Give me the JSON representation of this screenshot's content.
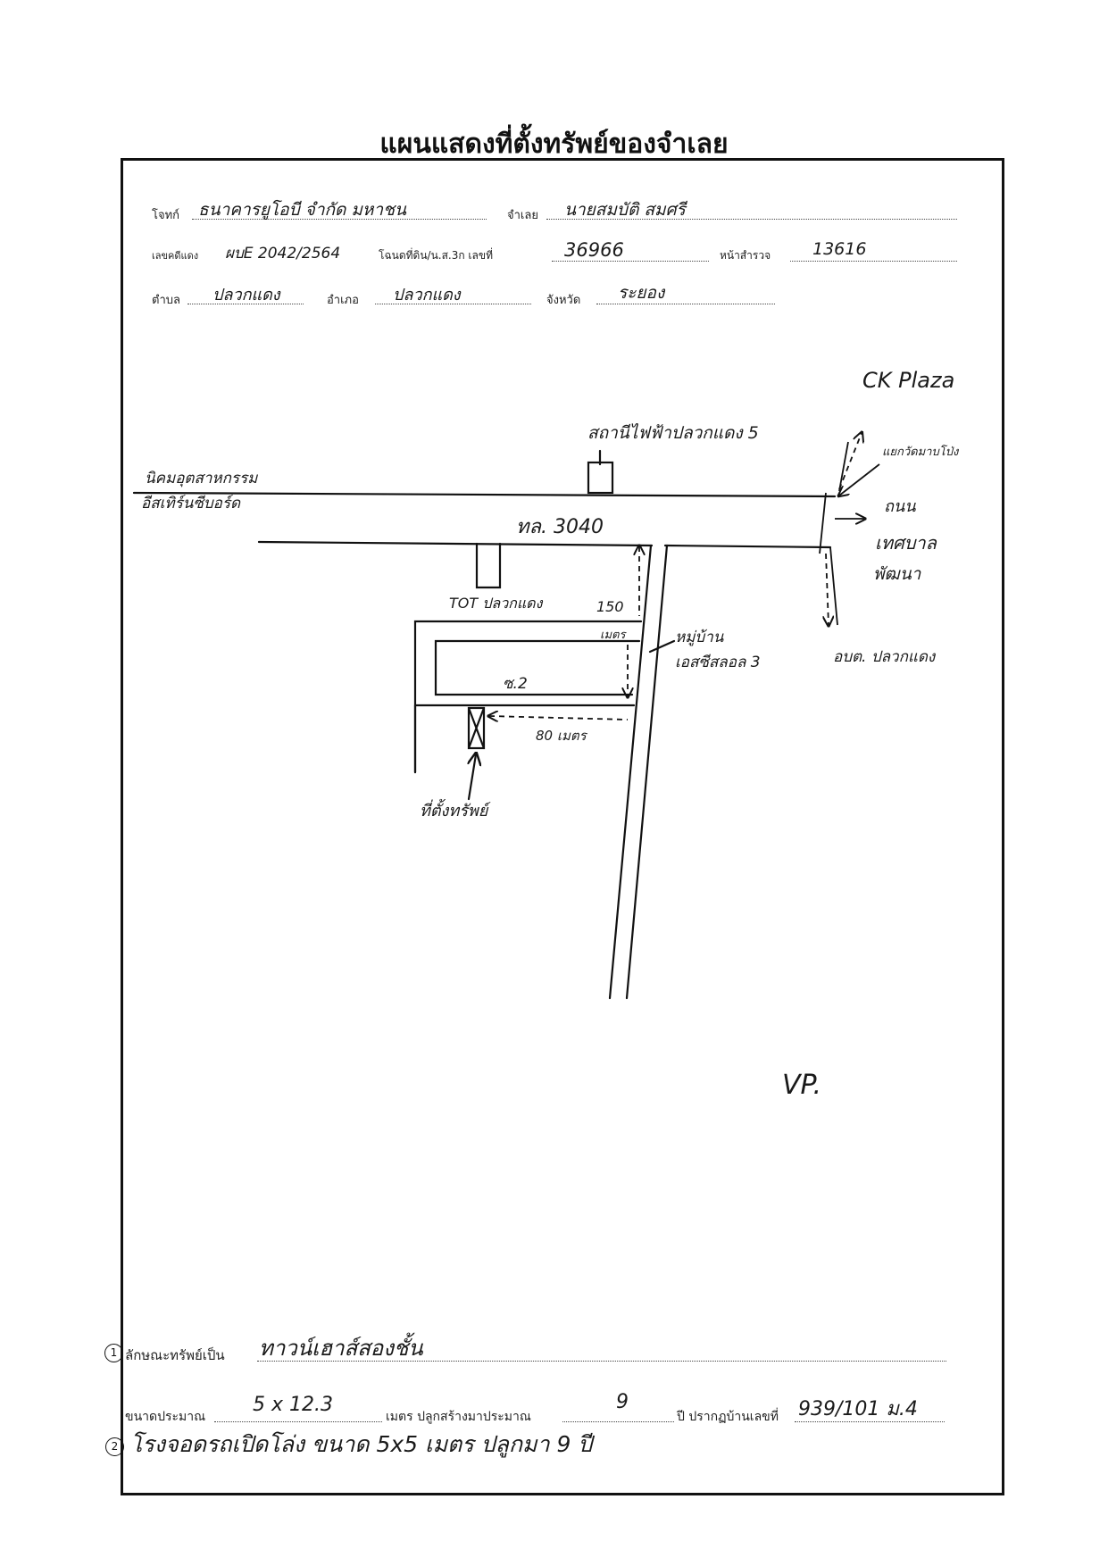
{
  "title": "แผนแสดงที่ตั้งทรัพย์ของจำเลย",
  "header": {
    "plaintiff_label": "โจทก์",
    "plaintiff_value": "ธนาคารยูโอบี จำกัด มหาชน",
    "defendant_label": "จำเลย",
    "defendant_value": "นายสมบัติ สมศรี",
    "case_label": "เลขคดีแดง",
    "case_value": "ผบE 2042/2564",
    "deed_label": "โฉนดที่ดิน/น.ส.3ก เลขที่",
    "deed_value": "36966",
    "survey_label": "หน้าสำรวจ",
    "survey_value": "13616",
    "subdistrict_label": "ตำบล",
    "subdistrict_value": "ปลวกแดง",
    "district_label": "อำเภอ",
    "district_value": "ปลวกแดง",
    "province_label": "จังหวัด",
    "province_value": "ระยอง"
  },
  "map": {
    "ck_plaza": "CK Plaza",
    "power_station": "สถานีไฟฟ้าปลวกแดง 5",
    "industrial_estate_line1": "นิคมอุตสาหกรรม",
    "industrial_estate_line2": "อีสเทิร์นซีบอร์ด",
    "highway": "ทล. 3040",
    "intersection": "แยกวัดมาบโป่ง",
    "municipal_road_1": "ถนน",
    "municipal_road_2": "เทศบาล",
    "municipal_road_3": "พัฒนา",
    "tot": "TOT ปลวกแดง",
    "distance_150": "150",
    "meter_label": "เมตร",
    "village_line1": "หมู่บ้าน",
    "village_line2": "เอสซีสลอล 3",
    "obt": "อบต. ปลวกแดง",
    "soi": "ซ.2",
    "distance_80": "80 เมตร",
    "property_location": "ที่ตั้งทรัพย์",
    "signature": "VP."
  },
  "footer": {
    "item1_num": "1",
    "property_type_label": "ลักษณะทรัพย์เป็น",
    "property_type_value": "ทาวน์เฮาส์สองชั้น",
    "size_label": "ขนาดประมาณ",
    "size_value": "5 x 12.3",
    "meters_label": "เมตร ปลูกสร้างมาประมาณ",
    "age_value": "9",
    "house_no_label": "ปี ปรากฏบ้านเลขที่",
    "house_no_value": "939/101 ม.4",
    "item2_num": "2",
    "item2_text": "โรงจอดรถเปิดโล่ง ขนาด 5x5 เมตร ปลูกมา 9 ปี"
  }
}
